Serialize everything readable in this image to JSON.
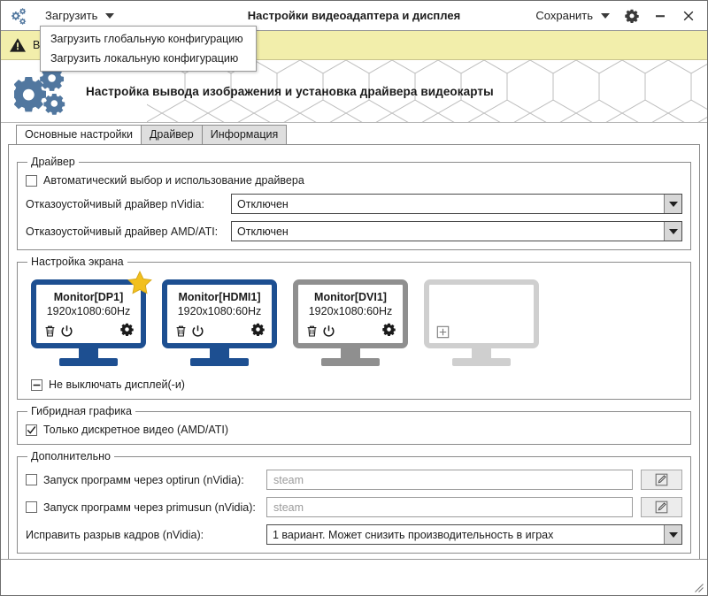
{
  "window": {
    "title": "Настройки видеоадаптера и дисплея",
    "app_icon": "gears-icon",
    "minimize_label": "—",
    "close_label": "✕"
  },
  "titlebar": {
    "load_menu_label": "Загрузить",
    "save_menu_label": "Сохранить",
    "settings_icon": "gear-icon",
    "minimize_icon": "minimize-icon",
    "close_icon": "close-icon"
  },
  "dropdown": {
    "open": true,
    "items": [
      {
        "label": "Загрузить глобальную конфигурацию"
      },
      {
        "label": "Загрузить локальную конфигурацию"
      }
    ]
  },
  "warning": {
    "icon": "warning-triangle-icon",
    "text": "В",
    "background": "#f2eeab"
  },
  "banner": {
    "icon": "gears-icon",
    "title": "Настройка вывода изображения и установка драйвера видеокарты"
  },
  "tabs": [
    {
      "label": "Основные настройки",
      "active": true
    },
    {
      "label": "Драйвер",
      "active": false
    },
    {
      "label": "Информация",
      "active": false
    }
  ],
  "driver_group": {
    "legend": "Драйвер",
    "auto_checkbox": {
      "label": "Автоматический выбор и использование драйвера",
      "state": "unchecked"
    },
    "nvidia": {
      "label": "Отказоустойчивый драйвер nVidia:",
      "value": "Отключен"
    },
    "amd": {
      "label": "Отказоустойчивый драйвер AMD/ATI:",
      "value": "Отключен"
    }
  },
  "screen_group": {
    "legend": "Настройка экрана",
    "monitors": [
      {
        "name": "Monitor[DP1]",
        "resolution": "1920x1080:60Hz",
        "state": "on",
        "primary": true,
        "star_icon": "star-icon",
        "icons": [
          "trash-icon",
          "power-icon",
          "gear-icon"
        ]
      },
      {
        "name": "Monitor[HDMI1]",
        "resolution": "1920x1080:60Hz",
        "state": "on",
        "primary": false,
        "icons": [
          "trash-icon",
          "power-icon",
          "gear-icon"
        ]
      },
      {
        "name": "Monitor[DVI1]",
        "resolution": "1920x1080:60Hz",
        "state": "off",
        "primary": false,
        "icons": [
          "trash-icon",
          "power-icon",
          "gear-icon"
        ]
      },
      {
        "name": "",
        "resolution": "",
        "state": "empty",
        "primary": false,
        "icons": [
          "plus-square-icon"
        ]
      }
    ],
    "keep_on_checkbox": {
      "label": "Не выключать дисплей(-и)",
      "state": "indeterminate"
    }
  },
  "hybrid_group": {
    "legend": "Гибридная графика",
    "discrete_checkbox": {
      "label": "Только дискретное видео (AMD/ATI)",
      "state": "checked"
    }
  },
  "extra_group": {
    "legend": "Дополнительно",
    "optirun": {
      "label": "Запуск программ через optirun (nVidia):",
      "state": "unchecked",
      "placeholder": "steam",
      "value": "",
      "edit_icon": "edit-icon"
    },
    "primusrun": {
      "label": "Запуск программ через primusun (nVidia):",
      "state": "unchecked",
      "placeholder": "steam",
      "value": "",
      "edit_icon": "edit-icon"
    },
    "tearfree": {
      "label": "Исправить разрыв кадров (nVidia):",
      "value": "1 вариант. Может снизить производительность в играх"
    }
  },
  "statusbar": {
    "grip_icon": "resize-grip-icon"
  },
  "colors": {
    "accent_blue": "#1d4f91",
    "disabled_gray": "#8f8f8f",
    "empty_gray": "#cfcfcf",
    "star_gold": "#f2c01e",
    "warning_yellow": "#f2eeab"
  }
}
